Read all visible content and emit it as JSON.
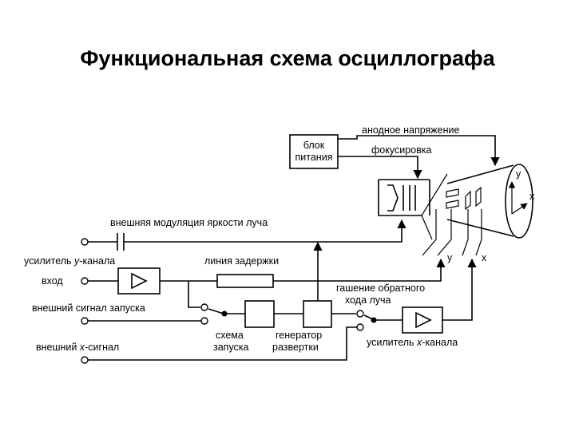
{
  "title": "Функциональная схема осциллографа",
  "labels": {
    "power_block_1": "блок",
    "power_block_2": "питания",
    "anode_voltage": "анодное напряжение",
    "focusing": "фокусировка",
    "brightness_modulation": "внешняя модуляция яркости луча",
    "y_amplifier_a": "усилитель ",
    "y_amplifier_b": "y",
    "y_amplifier_c": "-канала",
    "delay_line": "линия задержки",
    "input": "вход",
    "retrace_blanking_1": "гашение обратного",
    "retrace_blanking_2": "хода луча",
    "external_trigger": "внешний сигнал запуска",
    "trigger_circuit_1": "схема",
    "trigger_circuit_2": "запуска",
    "sweep_generator_1": "генератор",
    "sweep_generator_2": "развертки",
    "x_amplifier_a": "усилитель ",
    "x_amplifier_b": "x",
    "x_amplifier_c": "-канала",
    "external_x_a": "внешний ",
    "external_x_b": "x",
    "external_x_c": "-сигнал",
    "y_plates": "y",
    "x_plates": "x",
    "screen_axis_y": "y",
    "screen_axis_x": "x"
  }
}
